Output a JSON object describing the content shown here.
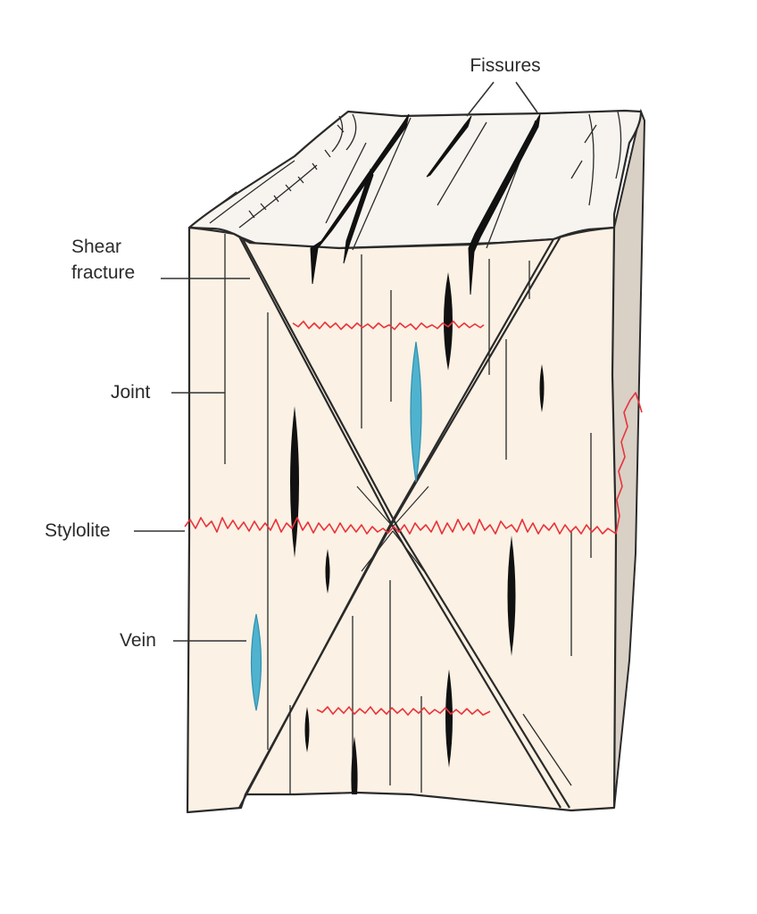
{
  "labels": {
    "fissures": "Fissures",
    "shear_line1": "Shear",
    "shear_line2": "fracture",
    "joint": "Joint",
    "stylolite": "Stylolite",
    "vein": "Vein"
  },
  "colors": {
    "block_front": "#fbf1e4",
    "block_top": "#f7f4ef",
    "block_side": "#d9d0c6",
    "stylolite": "#e8333a",
    "vein": "#4fb3cf"
  }
}
